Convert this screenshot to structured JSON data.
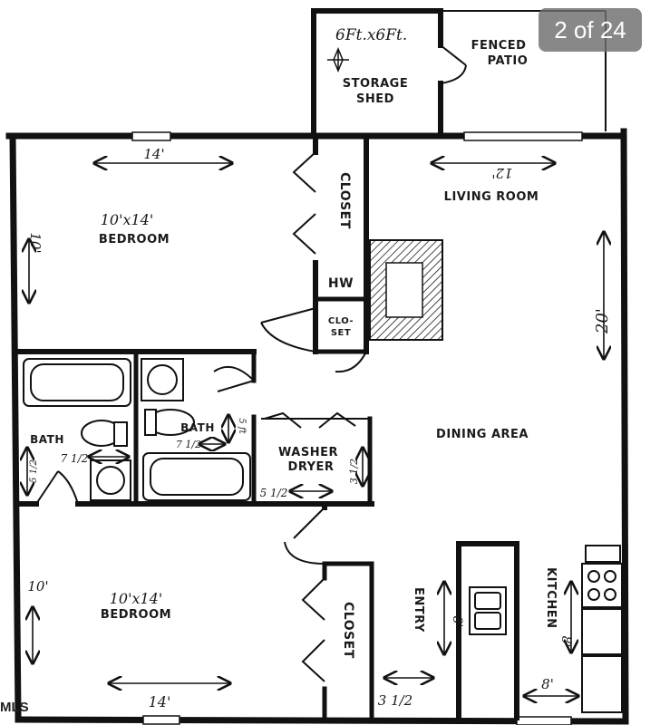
{
  "counter": "2 of 24",
  "watermark": "MLS",
  "rooms": {
    "storage_shed_size": "6Ft.x6Ft.",
    "storage_shed": [
      "STORAGE",
      "SHED"
    ],
    "fenced_patio": [
      "FENCED",
      "PATIO"
    ],
    "living_room": "LIVING ROOM",
    "living_room_width": "12'",
    "living_room_depth": "20'",
    "bedroom1_size": "10'x14'",
    "bedroom1": "BEDROOM",
    "bedroom1_width": "14'",
    "bedroom1_depth": "10'",
    "closet_top": "CLOSET",
    "hw": "HW",
    "clo_set": [
      "CLO-",
      "SET"
    ],
    "bath_left": "BATH",
    "bath_left_dim1": "7 1/2",
    "bath_left_dim2": "5 1/2",
    "bath_mid": "BATH",
    "bath_mid_dim1": "7 1/2",
    "bath_mid_dim2": "5 ft",
    "washer_dryer": [
      "WASHER",
      "DRYER"
    ],
    "washer_dim_w": "5 1/2",
    "washer_dim_d": "3 1/2",
    "dining_area": "DINING AREA",
    "bedroom2_size": "10'x14'",
    "bedroom2": "BEDROOM",
    "bedroom2_width": "14'",
    "bedroom2_depth": "10'",
    "closet_bottom": "CLOSET",
    "entry": "ENTRY",
    "entry_dim_len": "8'",
    "entry_dim_w": "3 1/2",
    "kitchen": "KITCHEN",
    "kitchen_dim_len": "8'",
    "kitchen_dim_w": "8'"
  }
}
